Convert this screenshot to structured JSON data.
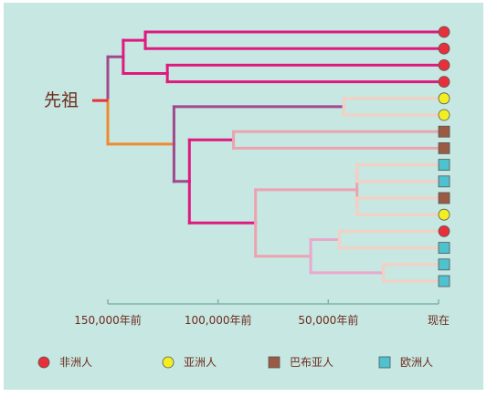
{
  "root_label": "先祖",
  "axis": {
    "ticks": [
      {
        "value": 150000,
        "label": "150,000年前"
      },
      {
        "value": 100000,
        "label": "100,000年前"
      },
      {
        "value": 50000,
        "label": "50,000年前"
      },
      {
        "value": 0,
        "label": "现在"
      }
    ]
  },
  "legend": [
    {
      "key": "african",
      "label": "非洲人",
      "shape": "circle",
      "color": "#e8303a"
    },
    {
      "key": "asian",
      "label": "亚洲人",
      "shape": "circle",
      "color": "#f2ee22"
    },
    {
      "key": "papuan",
      "label": "巴布亚人",
      "shape": "square",
      "color": "#9a5a44"
    },
    {
      "key": "european",
      "label": "欧洲人",
      "shape": "square",
      "color": "#4ec2cf"
    }
  ],
  "leaves": [
    "african",
    "african",
    "african",
    "african",
    "asian",
    "asian",
    "papuan",
    "papuan",
    "european",
    "european",
    "papuan",
    "asian",
    "african",
    "european",
    "european",
    "european"
  ],
  "colors": {
    "background": "#c6e7e2",
    "root_stub": "#e8303a",
    "orange": "#ef8a2e",
    "purple": "#a0498e",
    "magenta": "#df1a7f",
    "pink": "#eda3ae",
    "light_pink": "#f6cfc3",
    "lavender": "#e9a8cc",
    "axis": "#7fb3a8",
    "label": "#6e2b1c"
  },
  "tree": {
    "split_time": 150000,
    "children": [
      {
        "split_time": 143000,
        "color": "purple",
        "children": [
          {
            "split_time": 133000,
            "color": "magenta",
            "children": [
              {
                "leaf": 0,
                "color": "magenta"
              },
              {
                "leaf": 1,
                "color": "magenta"
              }
            ]
          },
          {
            "split_time": 123000,
            "color": "magenta",
            "children": [
              {
                "leaf": 2,
                "color": "magenta"
              },
              {
                "leaf": 3,
                "color": "magenta"
              }
            ]
          }
        ]
      },
      {
        "split_time": 120000,
        "color": "orange",
        "children": [
          {
            "split_time": 43000,
            "color": "purple",
            "children": [
              {
                "leaf": 4,
                "color": "light_pink"
              },
              {
                "leaf": 5,
                "color": "light_pink"
              }
            ]
          },
          {
            "split_time": 113000,
            "color": "purple",
            "children": [
              {
                "split_time": 93000,
                "color": "magenta",
                "children": [
                  {
                    "leaf": 6,
                    "color": "pink"
                  },
                  {
                    "leaf": 7,
                    "color": "pink"
                  }
                ]
              },
              {
                "split_time": 83000,
                "color": "magenta",
                "children": [
                  {
                    "split_time": 37000,
                    "color": "pink",
                    "children": [
                      {
                        "split_time": 37000,
                        "color": "pink",
                        "children": [
                          {
                            "leaf": 8,
                            "color": "light_pink"
                          },
                          {
                            "leaf": 9,
                            "color": "light_pink"
                          }
                        ]
                      },
                      {
                        "split_time": 37000,
                        "color": "pink",
                        "children": [
                          {
                            "leaf": 10,
                            "color": "light_pink"
                          },
                          {
                            "leaf": 11,
                            "color": "light_pink"
                          }
                        ]
                      }
                    ]
                  },
                  {
                    "split_time": 58000,
                    "color": "pink",
                    "children": [
                      {
                        "split_time": 45000,
                        "color": "lavender",
                        "children": [
                          {
                            "leaf": 12,
                            "color": "light_pink"
                          },
                          {
                            "leaf": 13,
                            "color": "light_pink"
                          }
                        ]
                      },
                      {
                        "split_time": 25000,
                        "color": "lavender",
                        "children": [
                          {
                            "leaf": 14,
                            "color": "light_pink"
                          },
                          {
                            "leaf": 15,
                            "color": "light_pink"
                          }
                        ]
                      }
                    ]
                  }
                ]
              }
            ]
          }
        ]
      }
    ]
  }
}
